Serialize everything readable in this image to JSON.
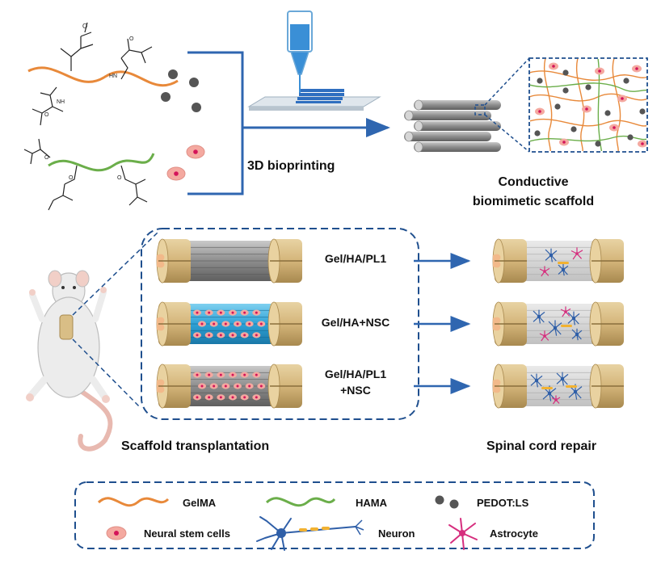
{
  "labels": {
    "bioprinting": "3D bioprinting",
    "scaffold_line1": "Conductive",
    "scaffold_line2": "biomimetic scaffold",
    "transplantation": "Scaffold transplantation",
    "repair": "Spinal cord repair"
  },
  "groups": [
    {
      "label_line1": "Gel/HA/PL1",
      "label_line2": ""
    },
    {
      "label_line1": "Gel/HA+NSC",
      "label_line2": ""
    },
    {
      "label_line1": "Gel/HA/PL1",
      "label_line2": "+NSC"
    }
  ],
  "legend": {
    "gelma": "GelMA",
    "hama": "HAMA",
    "pedot": "PEDOT:LS",
    "nsc": "Neural stem cells",
    "neuron": "Neuron",
    "astrocyte": "Astrocyte"
  },
  "colors": {
    "gelma": "#E8893A",
    "hama": "#6BAE4A",
    "arrow": "#2F66B0",
    "dashed": "#1F4F8E",
    "cord_gold": "#D9BE86",
    "cord_core": "#F2B98A",
    "scaffold_gray": "#9A9A9A",
    "hydrogel_blue": "#3FA7D6",
    "cell_pink": "#F4A9A0",
    "nucleus": "#D4145A",
    "neuron_blue": "#2F5FA8",
    "astro_magenta": "#D62E7E"
  }
}
